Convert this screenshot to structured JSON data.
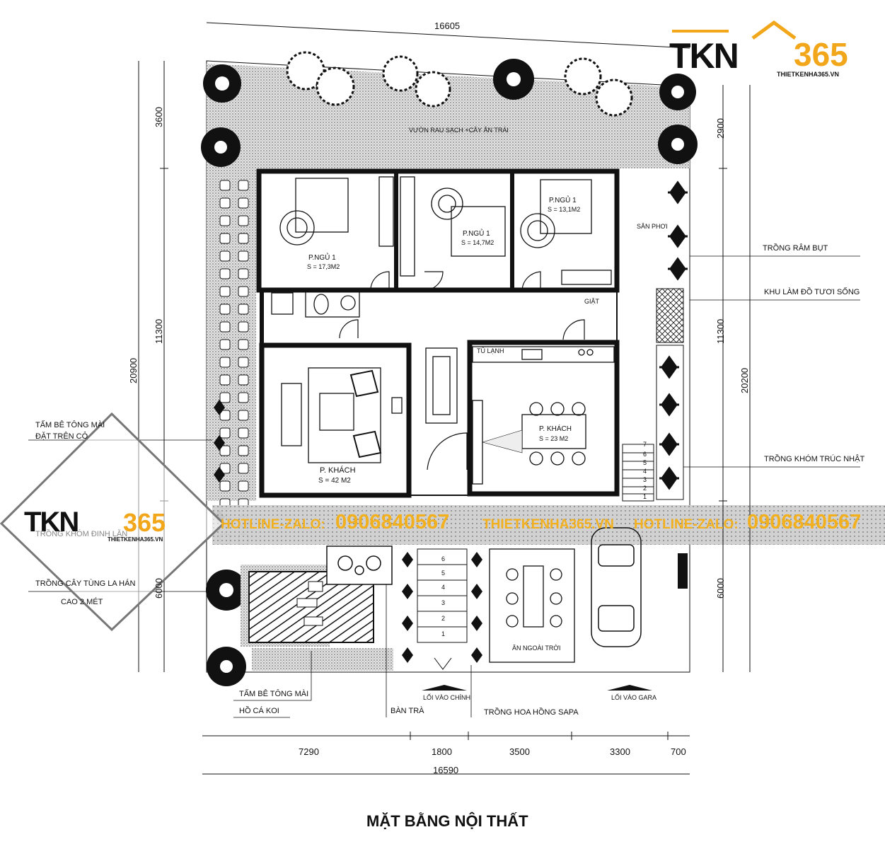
{
  "logo": {
    "brand_left": "TKN",
    "brand_right": "365",
    "website": "THIETKENHA365.VN"
  },
  "title": "MẶT BẰNG NỘI THẤT",
  "dimensions": {
    "top_total": "16605",
    "bottom_total": "16590",
    "bottom_segments": [
      "7290",
      "1800",
      "3500",
      "3300",
      "700"
    ],
    "left": [
      "3600",
      "11300",
      "6000"
    ],
    "left_total": "20900",
    "right": [
      "2900",
      "11300",
      "6000"
    ],
    "right_total": "20200"
  },
  "rooms": {
    "garden": "VƯỜN RAU SẠCH +CÂY ĂN TRÁI",
    "bedroom_left": {
      "name": "P.NGỦ 1",
      "area": "S = 17,3M2"
    },
    "bedroom_middle": {
      "name": "P.NGỦ 1",
      "area": "S = 14,7M2"
    },
    "bedroom_right": {
      "name": "P.NGỦ 1",
      "area": "S = 13,1M2"
    },
    "drying_yard": "SÂN PHƠI",
    "laundry": "GIẶT",
    "fridge": "TỦ LẠNH",
    "living_main": {
      "name": "P. KHÁCH",
      "area": "S = 42 M2"
    },
    "living_kitchen": {
      "name": "P. KHÁCH",
      "area": "S = 23 M2"
    },
    "outdoor_dining": "ĂN NGOÀI TRỜI",
    "main_entrance": "LỐI VÀO CHÍNH",
    "garage_entrance": "LỐI VÀO GARA"
  },
  "annotations": {
    "hibiscus_hedge": "TRỒNG RÂM BỤT",
    "fresh_food_area": "KHU LÀM ĐỒ TƯƠI SỐNG",
    "bamboo_clump": "TRỒNG KHÓM TRÚC NHẬT",
    "concrete_grass": [
      "TẤM BÊ TÔNG MÀI",
      "ĐẶT TRÊN CỎ"
    ],
    "lan_clump": "TRỒNG KHÓM ĐINH LĂN",
    "tung_tree": [
      "TRỒNG CÂY TÙNG LA HÁN",
      "CAO 2 MÉT"
    ],
    "concrete_slab": "TẤM BÊ TÔNG MÀI",
    "koi_pond": "HỒ CÁ KOI",
    "tea_table": "BÀN TRÀ",
    "rose_bed": "TRỒNG HOA HỒNG SAPA"
  },
  "hotline": {
    "label_1": "HOTLINE-ZALO:",
    "phone_1": "0906840567",
    "website": "THIETKENHA365.VN",
    "label_2": "HOTLINE-ZALO:",
    "phone_2": "0906840567"
  },
  "stairs": [
    "1",
    "2",
    "3",
    "4",
    "5",
    "6",
    "7"
  ],
  "entry_steps": [
    "1",
    "2",
    "3",
    "4",
    "5",
    "6"
  ],
  "colors": {
    "brand_orange": "#f2a61a",
    "hotline_gold": "#f2b01e",
    "wall": "#111111",
    "hatch_grey": "#c8c8c8"
  }
}
